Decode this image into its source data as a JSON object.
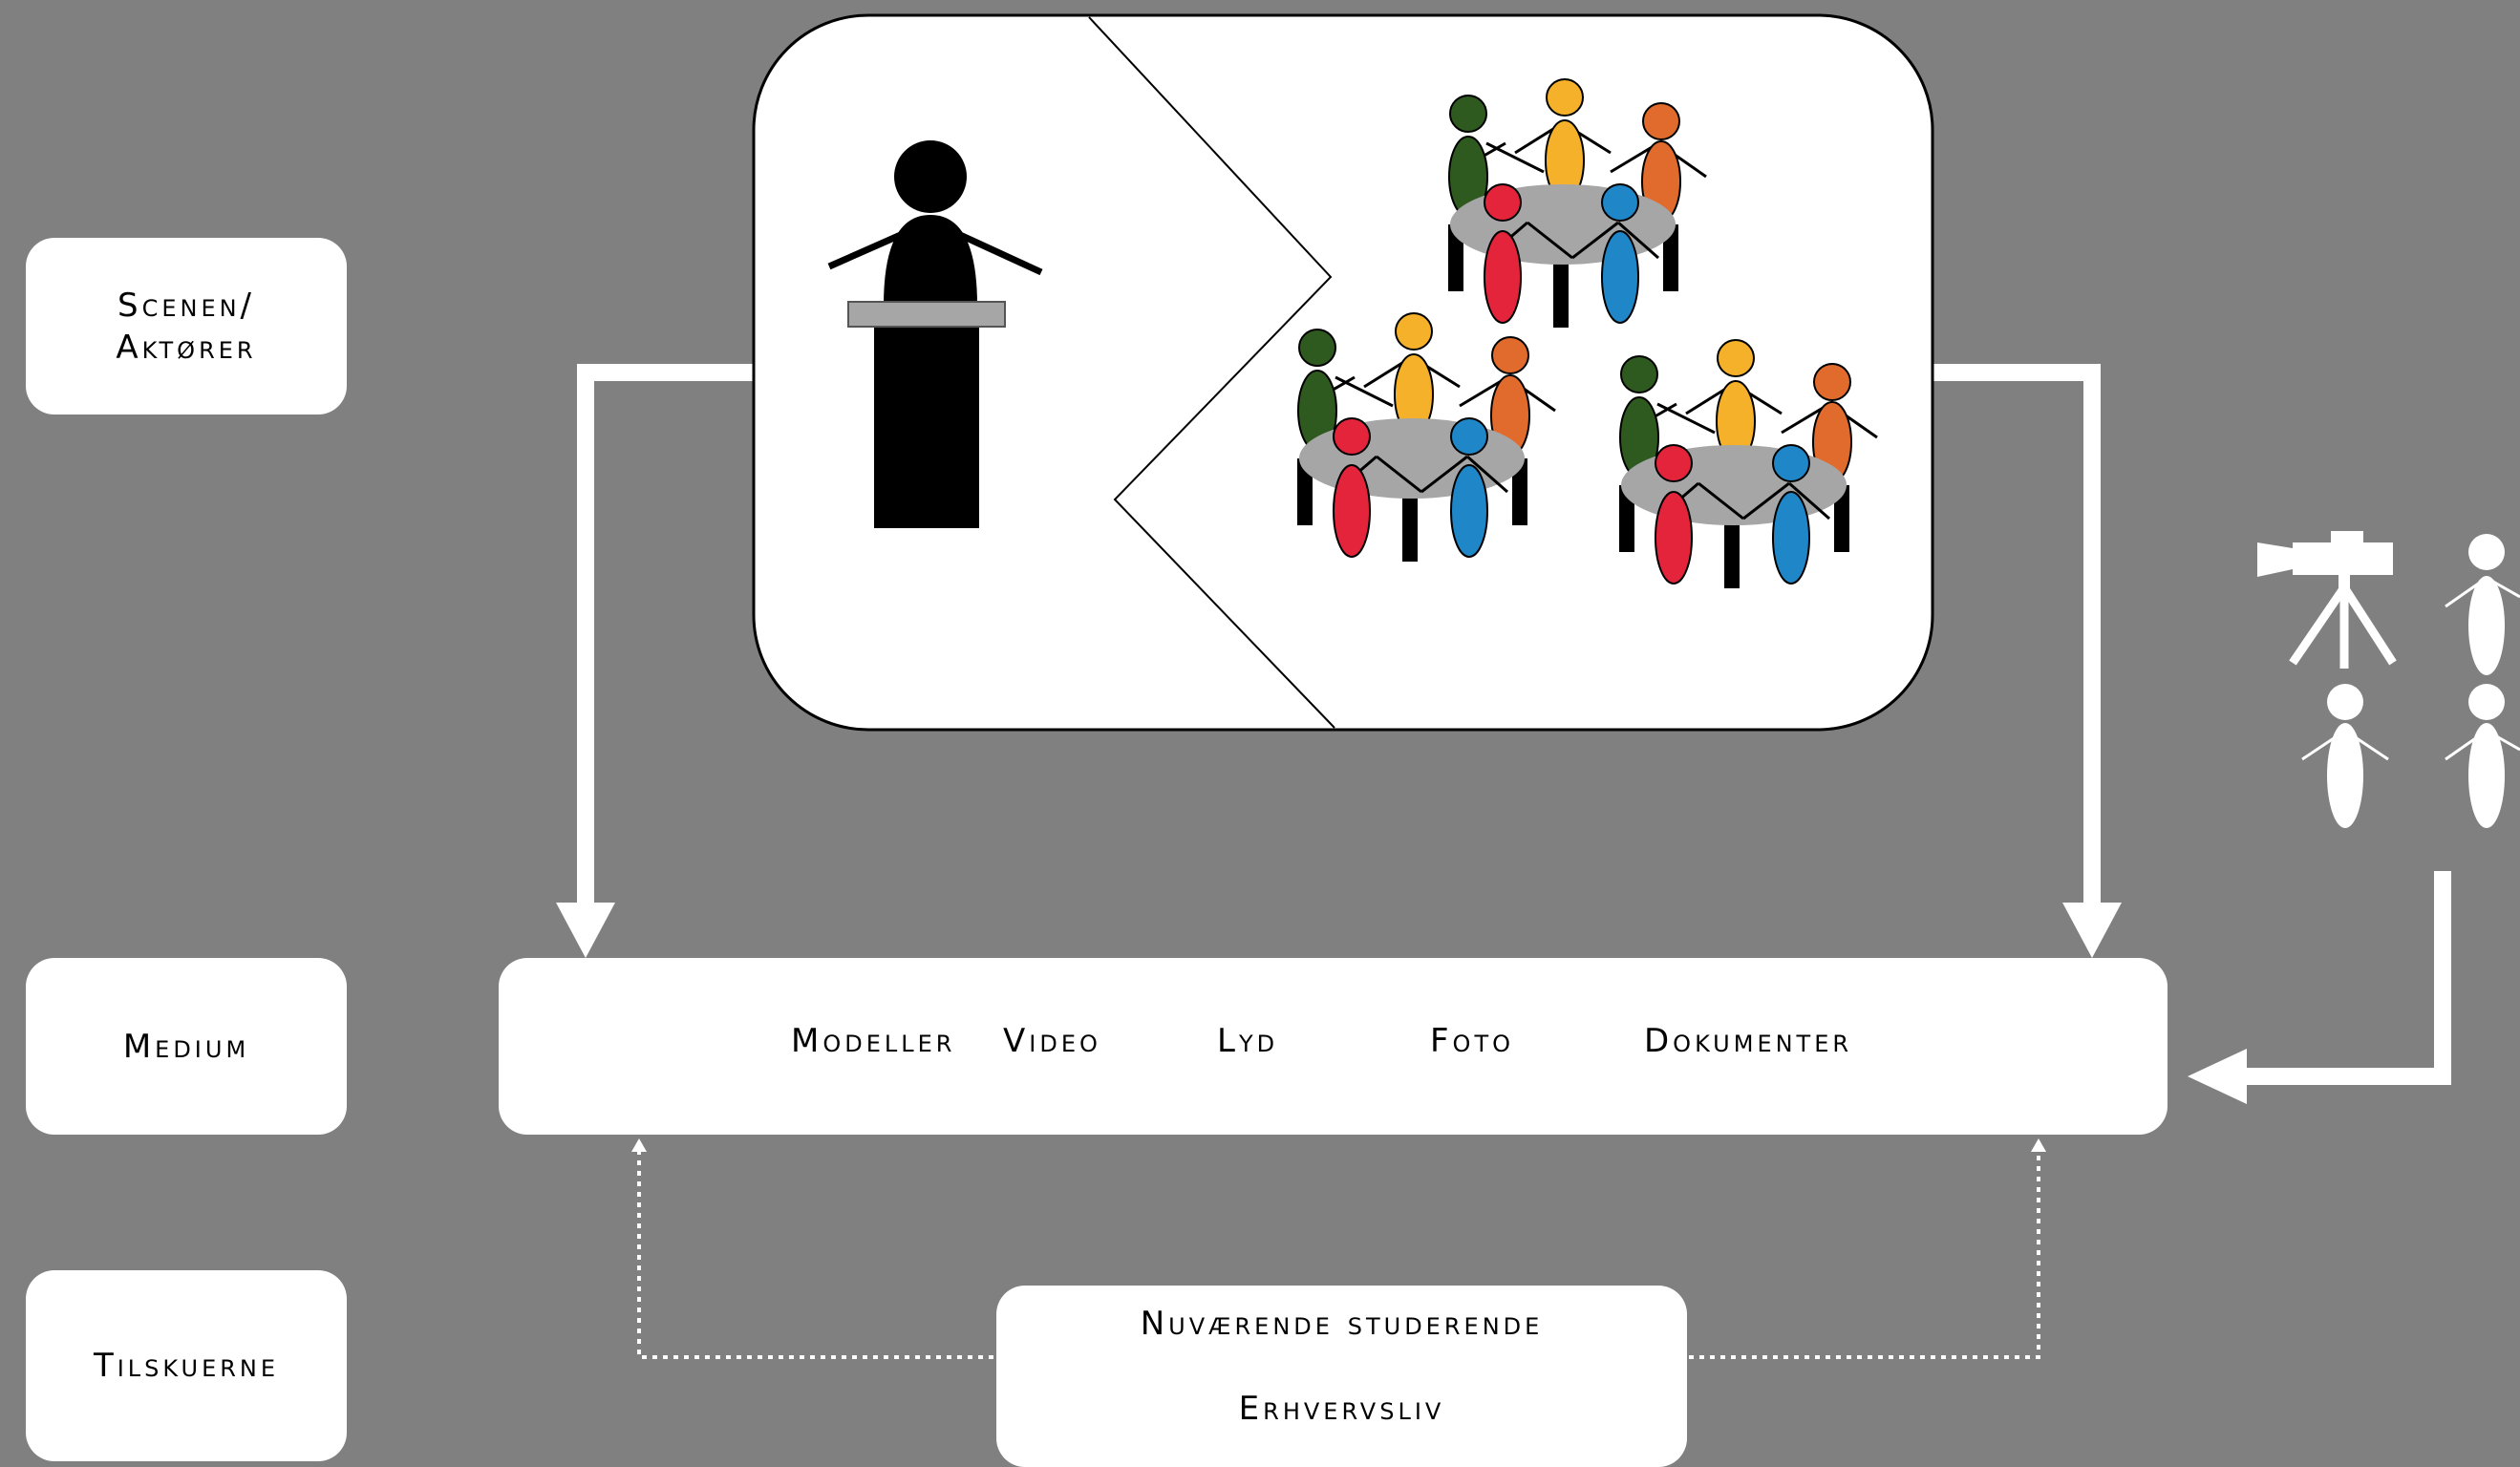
{
  "labels": {
    "scenen_line1": "Scenen/",
    "scenen_line2": "Aktører",
    "medium": "Medium",
    "tilskuerne": "Tilskuerne"
  },
  "medium_items": {
    "modeller": "Modeller",
    "video": "Video",
    "lyd": "Lyd",
    "foto": "Foto",
    "dokumenter": "Dokumenter"
  },
  "audience_items": {
    "line1": "Nuværende studerende",
    "line2": "Erhvervsliv"
  },
  "colors": {
    "background": "#808080",
    "box": "#ffffff",
    "figure_green": "#2e5a1f",
    "figure_yellow": "#f5b12a",
    "figure_orange": "#e06b2c",
    "figure_red": "#e3243b",
    "figure_blue": "#1f86c7",
    "table_gray": "#a6a6a6"
  },
  "icons": [
    "speaker-podium-icon",
    "group-table-icon",
    "video-camera-icon",
    "person-icon"
  ]
}
